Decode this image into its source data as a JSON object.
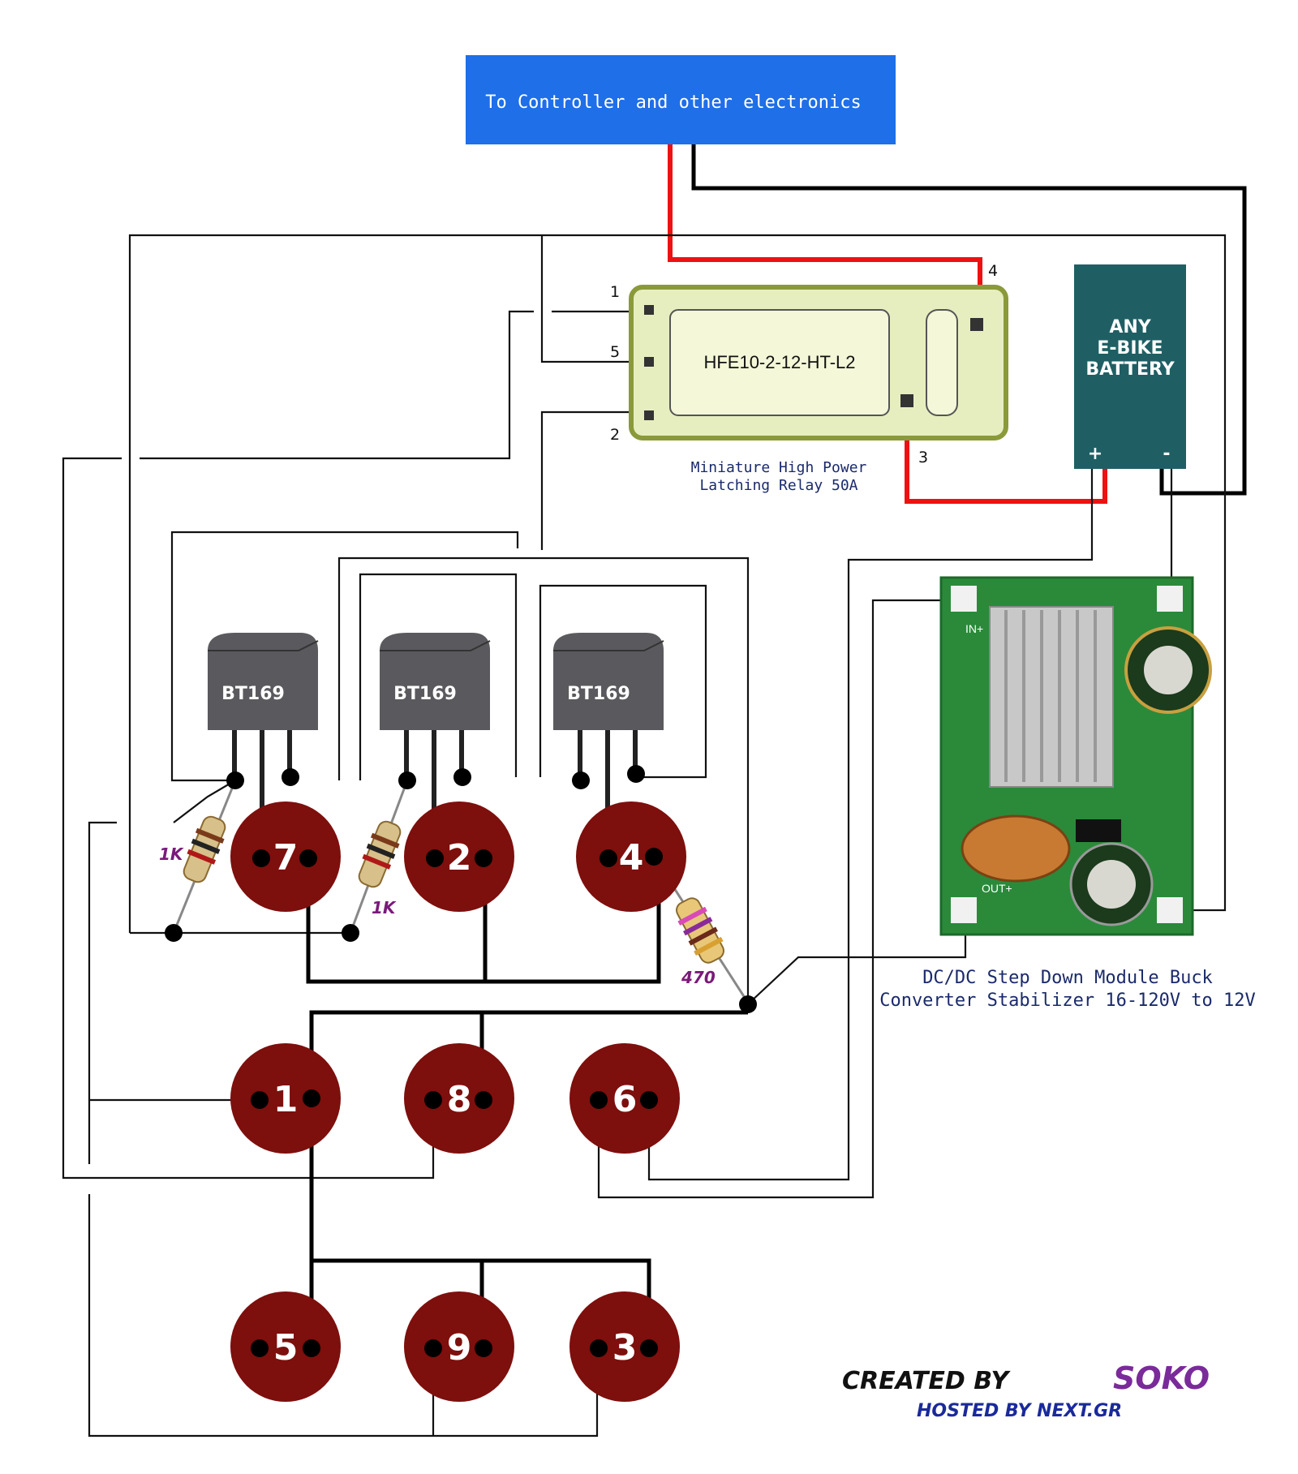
{
  "controller": {
    "label": "To Controller and other electronics"
  },
  "relay": {
    "part": "HFE10-2-12-HT-L2",
    "caption_line1": "Miniature High Power",
    "caption_line2": "Latching Relay 50A",
    "pins": [
      "1",
      "5",
      "2",
      "4",
      "3"
    ]
  },
  "battery": {
    "line1": "ANY",
    "line2": "E-BIKE",
    "line3": "BATTERY",
    "plus": "+",
    "minus": "-"
  },
  "thyristors": [
    "BT169",
    "BT169",
    "BT169"
  ],
  "resistors": [
    "1K",
    "1K",
    "470"
  ],
  "pads": [
    "7",
    "2",
    "4",
    "1",
    "8",
    "6",
    "5",
    "9",
    "3"
  ],
  "converter": {
    "caption_line1": "DC/DC Step Down Module Buck",
    "caption_line2": "Converter Stabilizer 16-120V to 12V",
    "in_label": "IN+",
    "out_label": "OUT+"
  },
  "credit": {
    "created": "CREATED BY",
    "author": "SOKO",
    "hosted": "HOSTED BY NEXT.GR"
  },
  "colors": {
    "controller_box": "#1e6fe8",
    "battery": "#1f5f64",
    "pad": "#7d0f0d",
    "wire_positive": "#ee1111",
    "relay_body": "#e6eec0",
    "pcb": "#2a8a3a",
    "author": "#7a2a9a",
    "hosted": "#1a2a9a"
  }
}
